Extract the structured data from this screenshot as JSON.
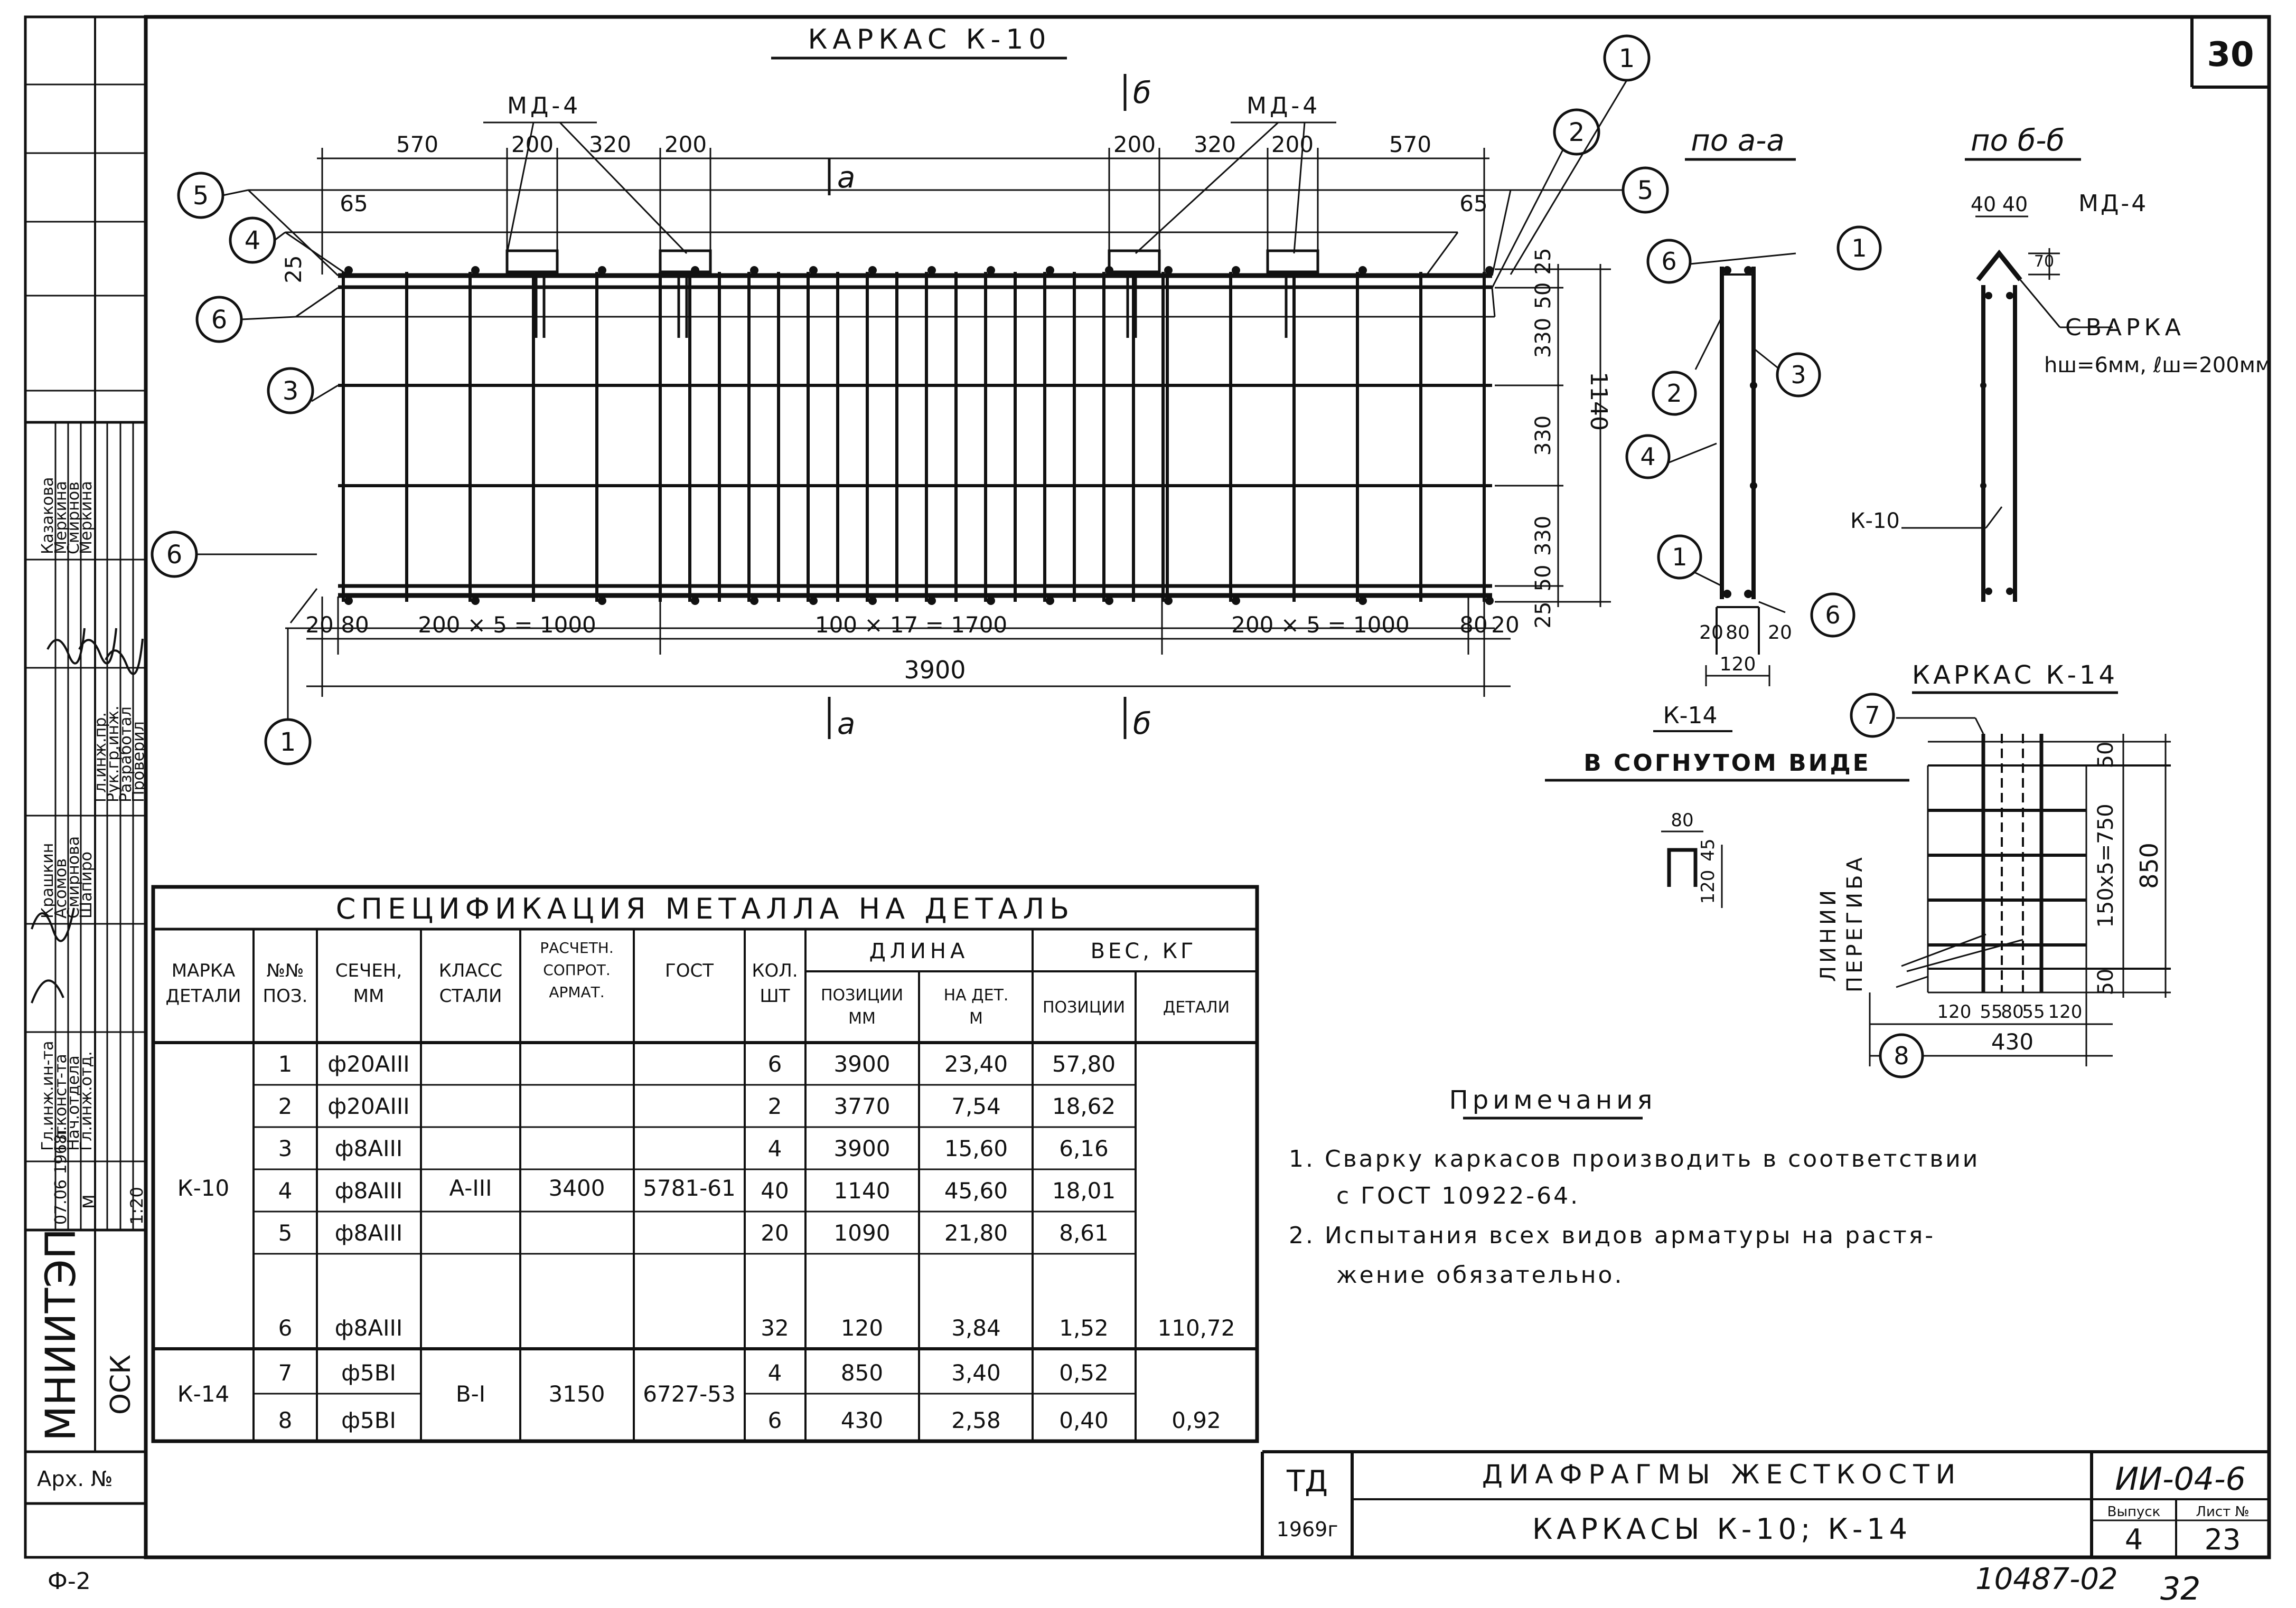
{
  "sheet": {
    "page_number": "30",
    "format": "Ф-2",
    "archive_label": "Арх. №",
    "stamp_number": "10487-02",
    "stamp_page": "32"
  },
  "frame_k10": {
    "title": "КАРКАС К-10",
    "md_label": "МД-4",
    "top_dims": [
      "570",
      "200",
      "320",
      "200",
      "200",
      "320",
      "200",
      "570"
    ],
    "edge_dim": "65",
    "cover_dim": "25",
    "bottom_dims": [
      "20",
      "80",
      "200 × 5 = 1000",
      "100 × 17 = 1700",
      "200 × 5 = 1000",
      "80",
      "20"
    ],
    "total_length": "3900",
    "side_dims": [
      "25",
      "50",
      "330",
      "330",
      "330",
      "50",
      "25"
    ],
    "total_height": "1140",
    "section_a": "а",
    "section_b": "б",
    "callouts": [
      "1",
      "2",
      "3",
      "4",
      "5",
      "6"
    ]
  },
  "section_aa": {
    "title": "по а-а",
    "dims": [
      "20",
      "80",
      "20"
    ],
    "width": "120",
    "k14_label": "К-14"
  },
  "section_bb": {
    "title": "по б-б",
    "dims": [
      "40",
      "40"
    ],
    "md_label": "МД-4",
    "dim_70": "70",
    "weld_label": "СВАРКА",
    "weld_params": "hш=6мм, ℓш=200мм",
    "k10_label": "К-10"
  },
  "bent_view": {
    "title": "В СОГНУТОМ ВИДЕ",
    "dims": [
      "80",
      "45",
      "120"
    ]
  },
  "frame_k14": {
    "title": "КАРКАС К-14",
    "callouts": [
      "7",
      "8"
    ],
    "bend_label_1": "ЛИНИИ",
    "bend_label_2": "ПЕРЕГИБА",
    "vert_dims": [
      "50",
      "150x5=750",
      "50"
    ],
    "height": "850",
    "bottom_dims": [
      "120",
      "55",
      "80",
      "55",
      "120"
    ],
    "width": "430"
  },
  "spec": {
    "title": "СПЕЦИФИКАЦИЯ МЕТАЛЛА НА ДЕТАЛЬ",
    "headers": {
      "mark": "МАРКА ДЕТАЛИ",
      "pos": "№№ ПОЗ.",
      "section": "СЕЧЕН, ММ",
      "steel": "КЛАСС СТАЛИ",
      "resist": "РАСЧЕТН. СОПРОТ. АРМАТ.",
      "gost": "ГОСТ",
      "qty": "КОЛ. ШТ",
      "length": "ДЛИНА",
      "len_pos": "ПОЗИЦИИ ММ",
      "len_det": "НА ДЕТ. М",
      "weight": "ВЕС, КГ",
      "w_pos": "ПОЗИЦИИ",
      "w_det": "ДЕТАЛИ"
    },
    "groups": [
      {
        "mark": "К-10",
        "steel": "А-III",
        "resist": "3400",
        "gost": "5781-61",
        "total": "110,72"
      },
      {
        "mark": "К-14",
        "steel": "В-I",
        "resist": "3150",
        "gost": "6727-53",
        "total": "0,92"
      }
    ],
    "rows": [
      {
        "pos": "1",
        "sec": "ф20АIII",
        "qty": "6",
        "lp": "3900",
        "ld": "23,40",
        "wp": "57,80"
      },
      {
        "pos": "2",
        "sec": "ф20АIII",
        "qty": "2",
        "lp": "3770",
        "ld": "7,54",
        "wp": "18,62"
      },
      {
        "pos": "3",
        "sec": "ф8АIII",
        "qty": "4",
        "lp": "3900",
        "ld": "15,60",
        "wp": "6,16"
      },
      {
        "pos": "4",
        "sec": "ф8АIII",
        "qty": "40",
        "lp": "1140",
        "ld": "45,60",
        "wp": "18,01"
      },
      {
        "pos": "5",
        "sec": "ф8АIII",
        "qty": "20",
        "lp": "1090",
        "ld": "21,80",
        "wp": "8,61"
      },
      {
        "pos": "6",
        "sec": "ф8АIII",
        "qty": "32",
        "lp": "120",
        "ld": "3,84",
        "wp": "1,52"
      },
      {
        "pos": "7",
        "sec": "ф5ВI",
        "qty": "4",
        "lp": "850",
        "ld": "3,40",
        "wp": "0,52"
      },
      {
        "pos": "8",
        "sec": "ф5ВI",
        "qty": "6",
        "lp": "430",
        "ld": "2,58",
        "wp": "0,40"
      }
    ]
  },
  "notes": {
    "title": "Примечания",
    "items": [
      "1. Сварку каркасов производить в соответствии",
      "с ГОСТ 10922-64.",
      "2. Испытания всех видов арматуры на растя-",
      "жение обязательно."
    ]
  },
  "title_block": {
    "org": "ТД",
    "year": "1969г",
    "title_line1": "ДИАФРАГМЫ ЖЕСТКОСТИ",
    "title_line2": "КАРКАСЫ К-10; К-14",
    "code": "ИИ-04-6",
    "issue_label": "Выпуск",
    "sheet_label": "Лист №",
    "issue": "4",
    "sheet": "23"
  },
  "left_block": {
    "institute": "МНИИТЭП",
    "dept": "ОСК",
    "date": "07.06 1968г",
    "scale_label": "М",
    "scale": "1:20",
    "roles_left": [
      "Гл.инж.ин-та",
      "Гл.конст-та",
      "Нач.отдела",
      "Гл.инж.отд."
    ],
    "names_left": [
      "Крашкин",
      "Асомов",
      "Смирнова",
      "Шапиро"
    ],
    "roles_right": [
      "Гл.инж.пр.",
      "Рук.гр.инж.",
      "Разработал",
      "Проверил"
    ],
    "names_right": [
      "Казакова",
      "Меркина",
      "Смирнов",
      "Меркина"
    ]
  }
}
